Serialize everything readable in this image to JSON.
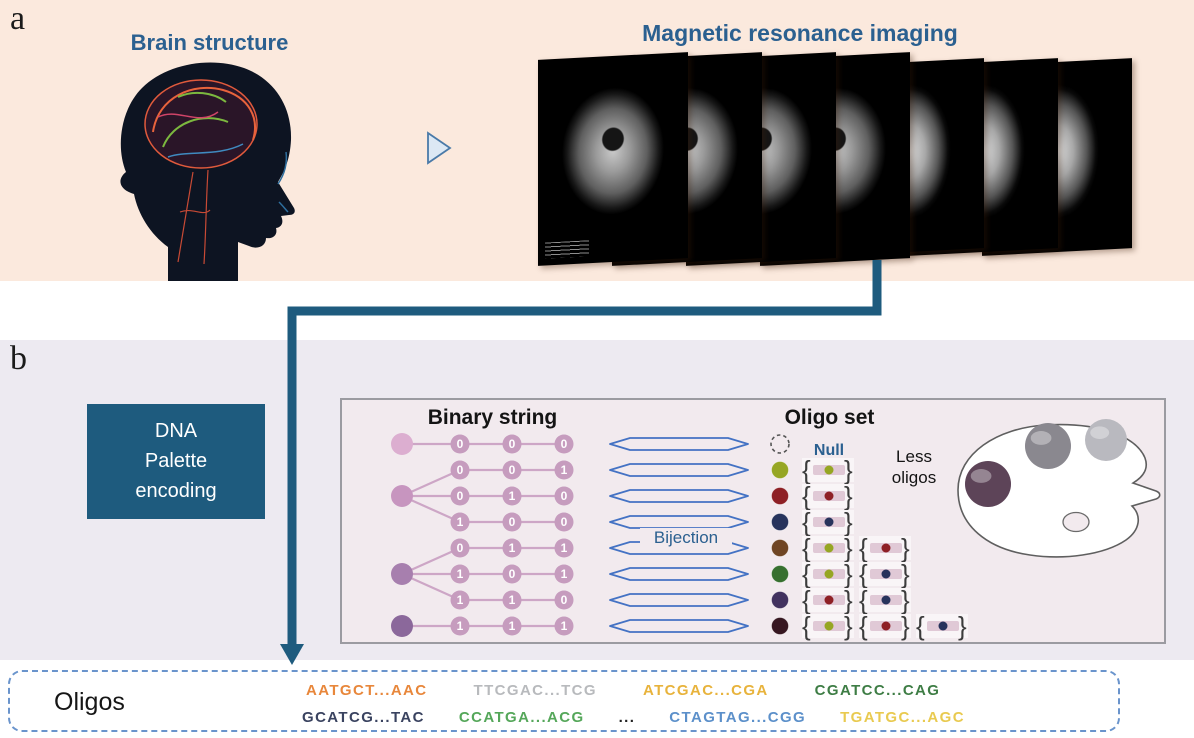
{
  "colors": {
    "panel_a_bg": "#fbe9dd",
    "panel_b_bg": "#edeaf1",
    "inner_panel_bg": "#f2eaee",
    "heading_blue": "#2b6090",
    "box_teal": "#1e5b7e",
    "connector": "#1e5b7e",
    "arrow_blue": "#4472c4",
    "tree_edge": "#cda6c6",
    "digit_circle": "#c69cbe",
    "bracket_bar": "#e0c9d6"
  },
  "panel_a": {
    "label": "a",
    "brain_title": "Brain structure",
    "mri_title": "Magnetic resonance imaging",
    "mri_slices": [
      "axial",
      "axial",
      "axial",
      "axial",
      "coronal",
      "coronal",
      "coronal"
    ]
  },
  "panel_b": {
    "label": "b",
    "encoding_box_lines": [
      "DNA",
      "Palette",
      "encoding"
    ],
    "binary_title": "Binary string",
    "bijection_label": "Bijection",
    "oligo_set_title": "Oligo set",
    "null_label": "Null",
    "less_oligos_label": "Less oligos",
    "tree_root_colors": [
      "#dcaed0",
      "#c795bf",
      "#a77fae",
      "#8b689b"
    ],
    "tree_groups": [
      [
        0
      ],
      [
        1,
        2,
        3
      ],
      [
        4,
        5,
        6
      ],
      [
        7
      ]
    ],
    "binary_strings": [
      {
        "bits": [
          "0",
          "0",
          "0"
        ],
        "oligos": []
      },
      {
        "bits": [
          "0",
          "0",
          "1"
        ],
        "oligos": [
          "A"
        ]
      },
      {
        "bits": [
          "0",
          "1",
          "0"
        ],
        "oligos": [
          "B"
        ]
      },
      {
        "bits": [
          "1",
          "0",
          "0"
        ],
        "oligos": [
          "C"
        ]
      },
      {
        "bits": [
          "0",
          "1",
          "1"
        ],
        "oligos": [
          "A",
          "B"
        ]
      },
      {
        "bits": [
          "1",
          "0",
          "1"
        ],
        "oligos": [
          "A",
          "C"
        ]
      },
      {
        "bits": [
          "1",
          "1",
          "0"
        ],
        "oligos": [
          "B",
          "C"
        ]
      },
      {
        "bits": [
          "1",
          "1",
          "1"
        ],
        "oligos": [
          "A",
          "B",
          "C"
        ]
      }
    ],
    "oligo_palette": {
      "A": "#96a623",
      "B": "#8e2025",
      "C": "#27335c"
    },
    "symbol_dot_colors": [
      "#96a623",
      "#8e2025",
      "#27335c",
      "#6f4523",
      "#37702f",
      "#42325f",
      "#371721"
    ],
    "palette_sphere_colors": [
      "#5d4458",
      "#8a888f",
      "#b9b9bf"
    ]
  },
  "footer": {
    "label": "Oligos",
    "row1": [
      {
        "seq": "AATGCT...AAC",
        "color": "#e8873b"
      },
      {
        "seq": "TTCGAC...TCG",
        "color": "#b8babd"
      },
      {
        "seq": "ATCGAC...CGA",
        "color": "#e8b33c"
      },
      {
        "seq": "CGATCC...CAG",
        "color": "#3e7d45"
      }
    ],
    "row2": [
      {
        "seq": "GCATCG...TAC",
        "color": "#3a4360"
      },
      {
        "seq": "CCATGA...ACG",
        "color": "#55a75a"
      },
      {
        "seq": "...",
        "color": "#222222"
      },
      {
        "seq": "CTAGTAG...CGG",
        "color": "#5c90ca"
      },
      {
        "seq": "TGATGC...AGC",
        "color": "#e9ca50"
      }
    ]
  }
}
